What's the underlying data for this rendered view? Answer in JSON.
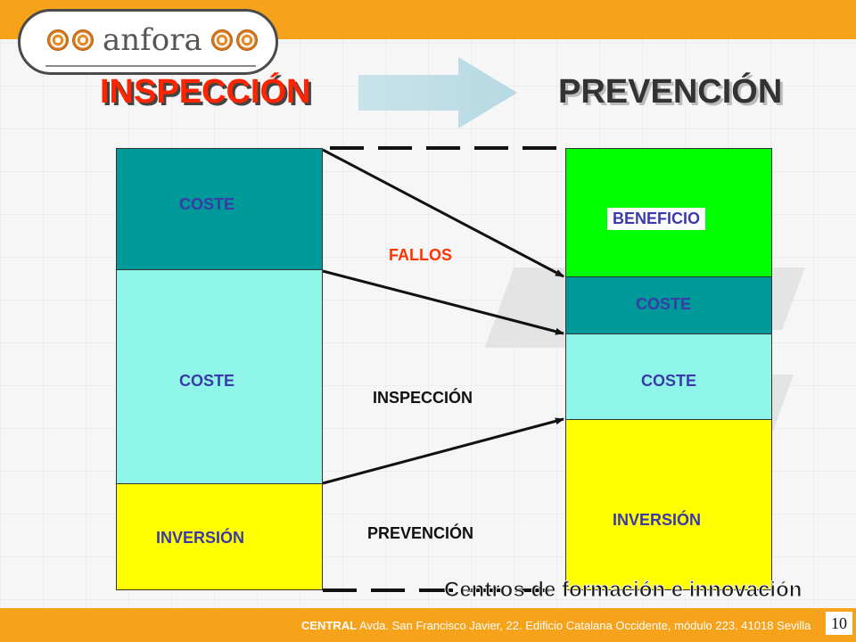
{
  "brand": {
    "logo_text": "anfora"
  },
  "titles": {
    "left": "INSPECCIÓN",
    "right": "PREVENCIÓN"
  },
  "left_column": {
    "segments": [
      {
        "label": "COSTE",
        "color": "#009999"
      },
      {
        "label": "COSTE",
        "color": "#8ff5e8"
      },
      {
        "label": "INVERSIÓN",
        "color": "#ffff00"
      }
    ]
  },
  "right_column": {
    "segments": [
      {
        "label": "BENEFICIO",
        "color": "#00ff00"
      },
      {
        "label": "COSTE",
        "color": "#009999"
      },
      {
        "label": "COSTE",
        "color": "#8ff5e8"
      },
      {
        "label": "INVERSIÓN",
        "color": "#ffff00"
      }
    ]
  },
  "middle_labels": {
    "fallos": "FALLOS",
    "inspeccion": "INSPECCIÓN",
    "prevencion": "PREVENCIÓN"
  },
  "colors": {
    "orange_bar": "#f7a21b",
    "fallos_text": "#ff3300",
    "label_text": "#3a3aa8"
  },
  "footer": {
    "title": "Centros de formación e innovación",
    "address_bold": "CENTRAL",
    "address": " Avda. San Francisco Javier, 22. Edificio Catalana Occidente, módulo 223. 41018 Sevilla",
    "page_number": "10"
  }
}
